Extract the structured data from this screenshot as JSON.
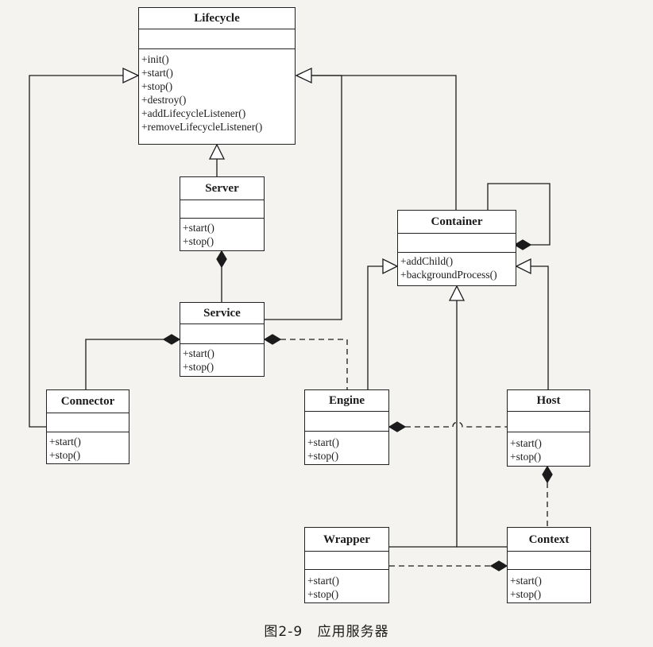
{
  "classes": {
    "lifecycle": {
      "name": "Lifecycle",
      "ops": [
        "+init()",
        "+start()",
        "+stop()",
        "+destroy()",
        "+addLifecycleListener()",
        "+removeLifecycleListener()"
      ]
    },
    "server": {
      "name": "Server",
      "ops": [
        "+start()",
        "+stop()"
      ]
    },
    "service": {
      "name": "Service",
      "ops": [
        "+start()",
        "+stop()"
      ]
    },
    "connector": {
      "name": "Connector",
      "ops": [
        "+start()",
        "+stop()"
      ]
    },
    "container": {
      "name": "Container",
      "ops": [
        "+addChild()",
        "+backgroundProcess()"
      ]
    },
    "engine": {
      "name": "Engine",
      "ops": [
        "+start()",
        "+stop()"
      ]
    },
    "host": {
      "name": "Host",
      "ops": [
        "+start()",
        "+stop()"
      ]
    },
    "wrapper": {
      "name": "Wrapper",
      "ops": [
        "+start()",
        "+stop()"
      ]
    },
    "context": {
      "name": "Context",
      "ops": [
        "+start()",
        "+stop()"
      ]
    }
  },
  "caption": {
    "number": "图2-9",
    "title": "应用服务器"
  }
}
